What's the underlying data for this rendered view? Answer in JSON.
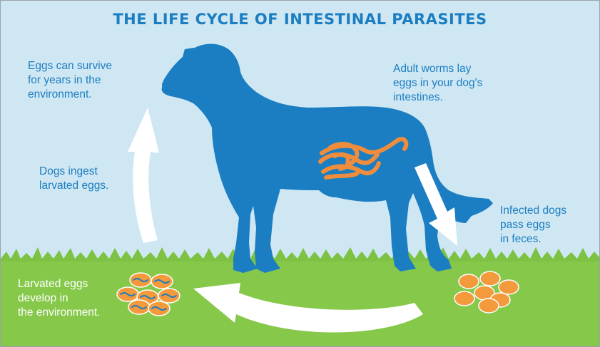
{
  "title": "THE LIFE CYCLE OF INTESTINAL PARASITES",
  "captions": {
    "eggs_survive": "Eggs can survive\nfor years in the\nenvironment.",
    "adult_worms": "Adult worms lay\neggs in your dog's\nintestines.",
    "dogs_ingest": "Dogs ingest\nlarvated eggs.",
    "infected_dogs": "Infected dogs\npass eggs\nin feces.",
    "larvated_eggs": "Larvated eggs\ndevelop in\nthe environment."
  },
  "colors": {
    "sky": "#cfe7f3",
    "grass": "#7dc242",
    "dog": "#1b7ec2",
    "worm": "#f08d3c",
    "egg": "#f39a3d",
    "arrow": "#ffffff",
    "text": "#1b7ec2"
  },
  "icons": [
    "dog-silhouette-icon",
    "worm-cluster-icon",
    "egg-cluster-icon",
    "larvated-egg-cluster-icon",
    "cycle-arrow-icon"
  ]
}
